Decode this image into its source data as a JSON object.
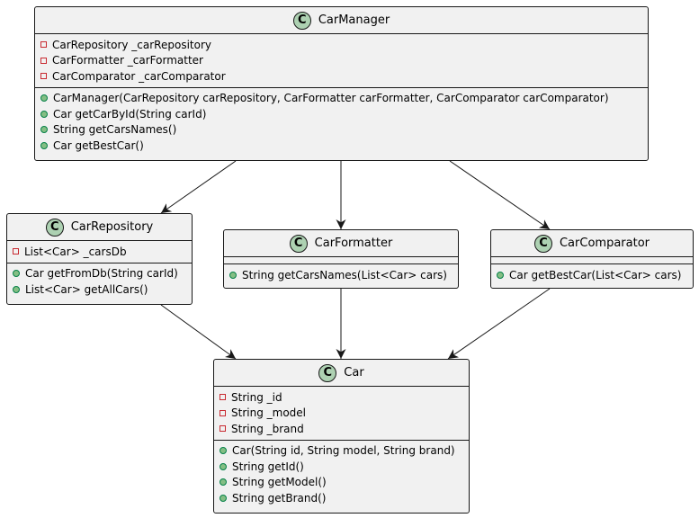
{
  "diagram": {
    "type": "uml-class-diagram",
    "colors": {
      "box_fill": "#f1f1f1",
      "border": "#181818",
      "class_badge": "#add1b2",
      "private_marker": "#c82930",
      "public_marker": "#84be84",
      "arrow": "#181818"
    },
    "badge_letter": "C",
    "classes": [
      {
        "id": "carmanager",
        "name": "CarManager",
        "fields": [
          {
            "visibility": "private",
            "text": "CarRepository _carRepository"
          },
          {
            "visibility": "private",
            "text": "CarFormatter _carFormatter"
          },
          {
            "visibility": "private",
            "text": "CarComparator _carComparator"
          }
        ],
        "methods": [
          {
            "visibility": "public",
            "text": "CarManager(CarRepository carRepository, CarFormatter carFormatter, CarComparator carComparator)"
          },
          {
            "visibility": "public",
            "text": "Car getCarById(String carId)"
          },
          {
            "visibility": "public",
            "text": "String getCarsNames()"
          },
          {
            "visibility": "public",
            "text": "Car getBestCar()"
          }
        ]
      },
      {
        "id": "carrepository",
        "name": "CarRepository",
        "fields": [
          {
            "visibility": "private",
            "text": "List<Car> _carsDb"
          }
        ],
        "methods": [
          {
            "visibility": "public",
            "text": "Car getFromDb(String carId)"
          },
          {
            "visibility": "public",
            "text": "List<Car> getAllCars()"
          }
        ]
      },
      {
        "id": "carformatter",
        "name": "CarFormatter",
        "fields": [],
        "methods": [
          {
            "visibility": "public",
            "text": "String getCarsNames(List<Car> cars)"
          }
        ]
      },
      {
        "id": "carcomparator",
        "name": "CarComparator",
        "fields": [],
        "methods": [
          {
            "visibility": "public",
            "text": "Car getBestCar(List<Car> cars)"
          }
        ]
      },
      {
        "id": "car",
        "name": "Car",
        "fields": [
          {
            "visibility": "private",
            "text": "String _id"
          },
          {
            "visibility": "private",
            "text": "String _model"
          },
          {
            "visibility": "private",
            "text": "String _brand"
          }
        ],
        "methods": [
          {
            "visibility": "public",
            "text": "Car(String id, String model, String brand)"
          },
          {
            "visibility": "public",
            "text": "String getId()"
          },
          {
            "visibility": "public",
            "text": "String getModel()"
          },
          {
            "visibility": "public",
            "text": "String getBrand()"
          }
        ]
      }
    ],
    "relations": [
      {
        "from": "carmanager",
        "to": "carrepository",
        "kind": "association"
      },
      {
        "from": "carmanager",
        "to": "carformatter",
        "kind": "association"
      },
      {
        "from": "carmanager",
        "to": "carcomparator",
        "kind": "association"
      },
      {
        "from": "carrepository",
        "to": "car",
        "kind": "association"
      },
      {
        "from": "carformatter",
        "to": "car",
        "kind": "association"
      },
      {
        "from": "carcomparator",
        "to": "car",
        "kind": "association"
      }
    ]
  }
}
